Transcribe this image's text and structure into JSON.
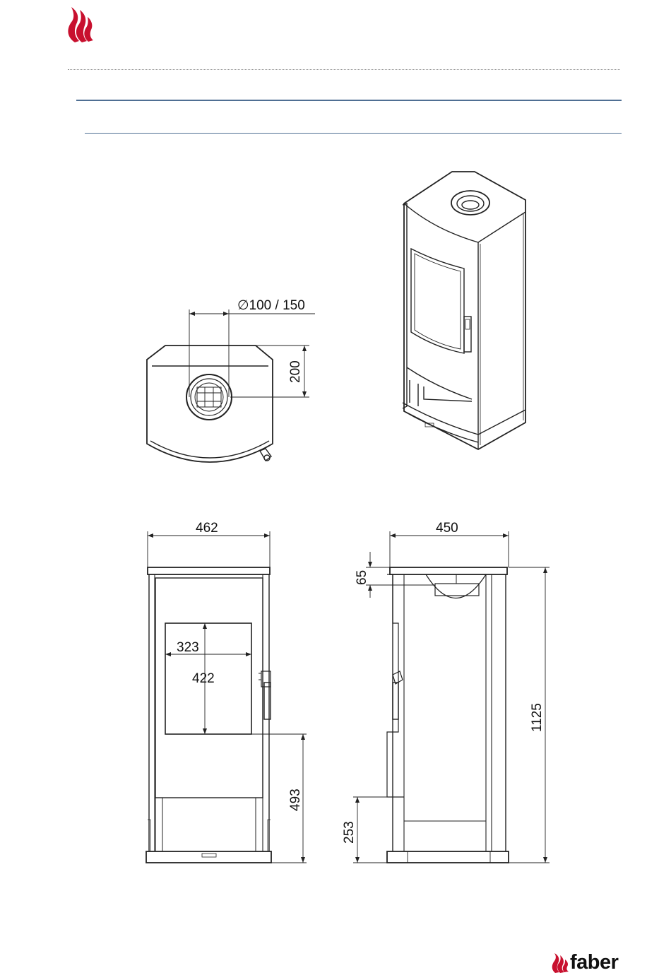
{
  "brand": {
    "name": "faber",
    "flame_color": "#c8102e",
    "rule_color": "#4f6f93"
  },
  "drawing": {
    "top_view": {
      "flue_diameter_label": "∅100 / 150",
      "flue_offset_label": "200"
    },
    "front_view": {
      "width_label": "462",
      "window_width_label": "323",
      "window_height_label": "422",
      "window_bottom_height_label": "493"
    },
    "side_view": {
      "depth_label": "450",
      "top_label": "65",
      "total_height_label": "1125",
      "air_inlet_height_label": "253"
    }
  }
}
